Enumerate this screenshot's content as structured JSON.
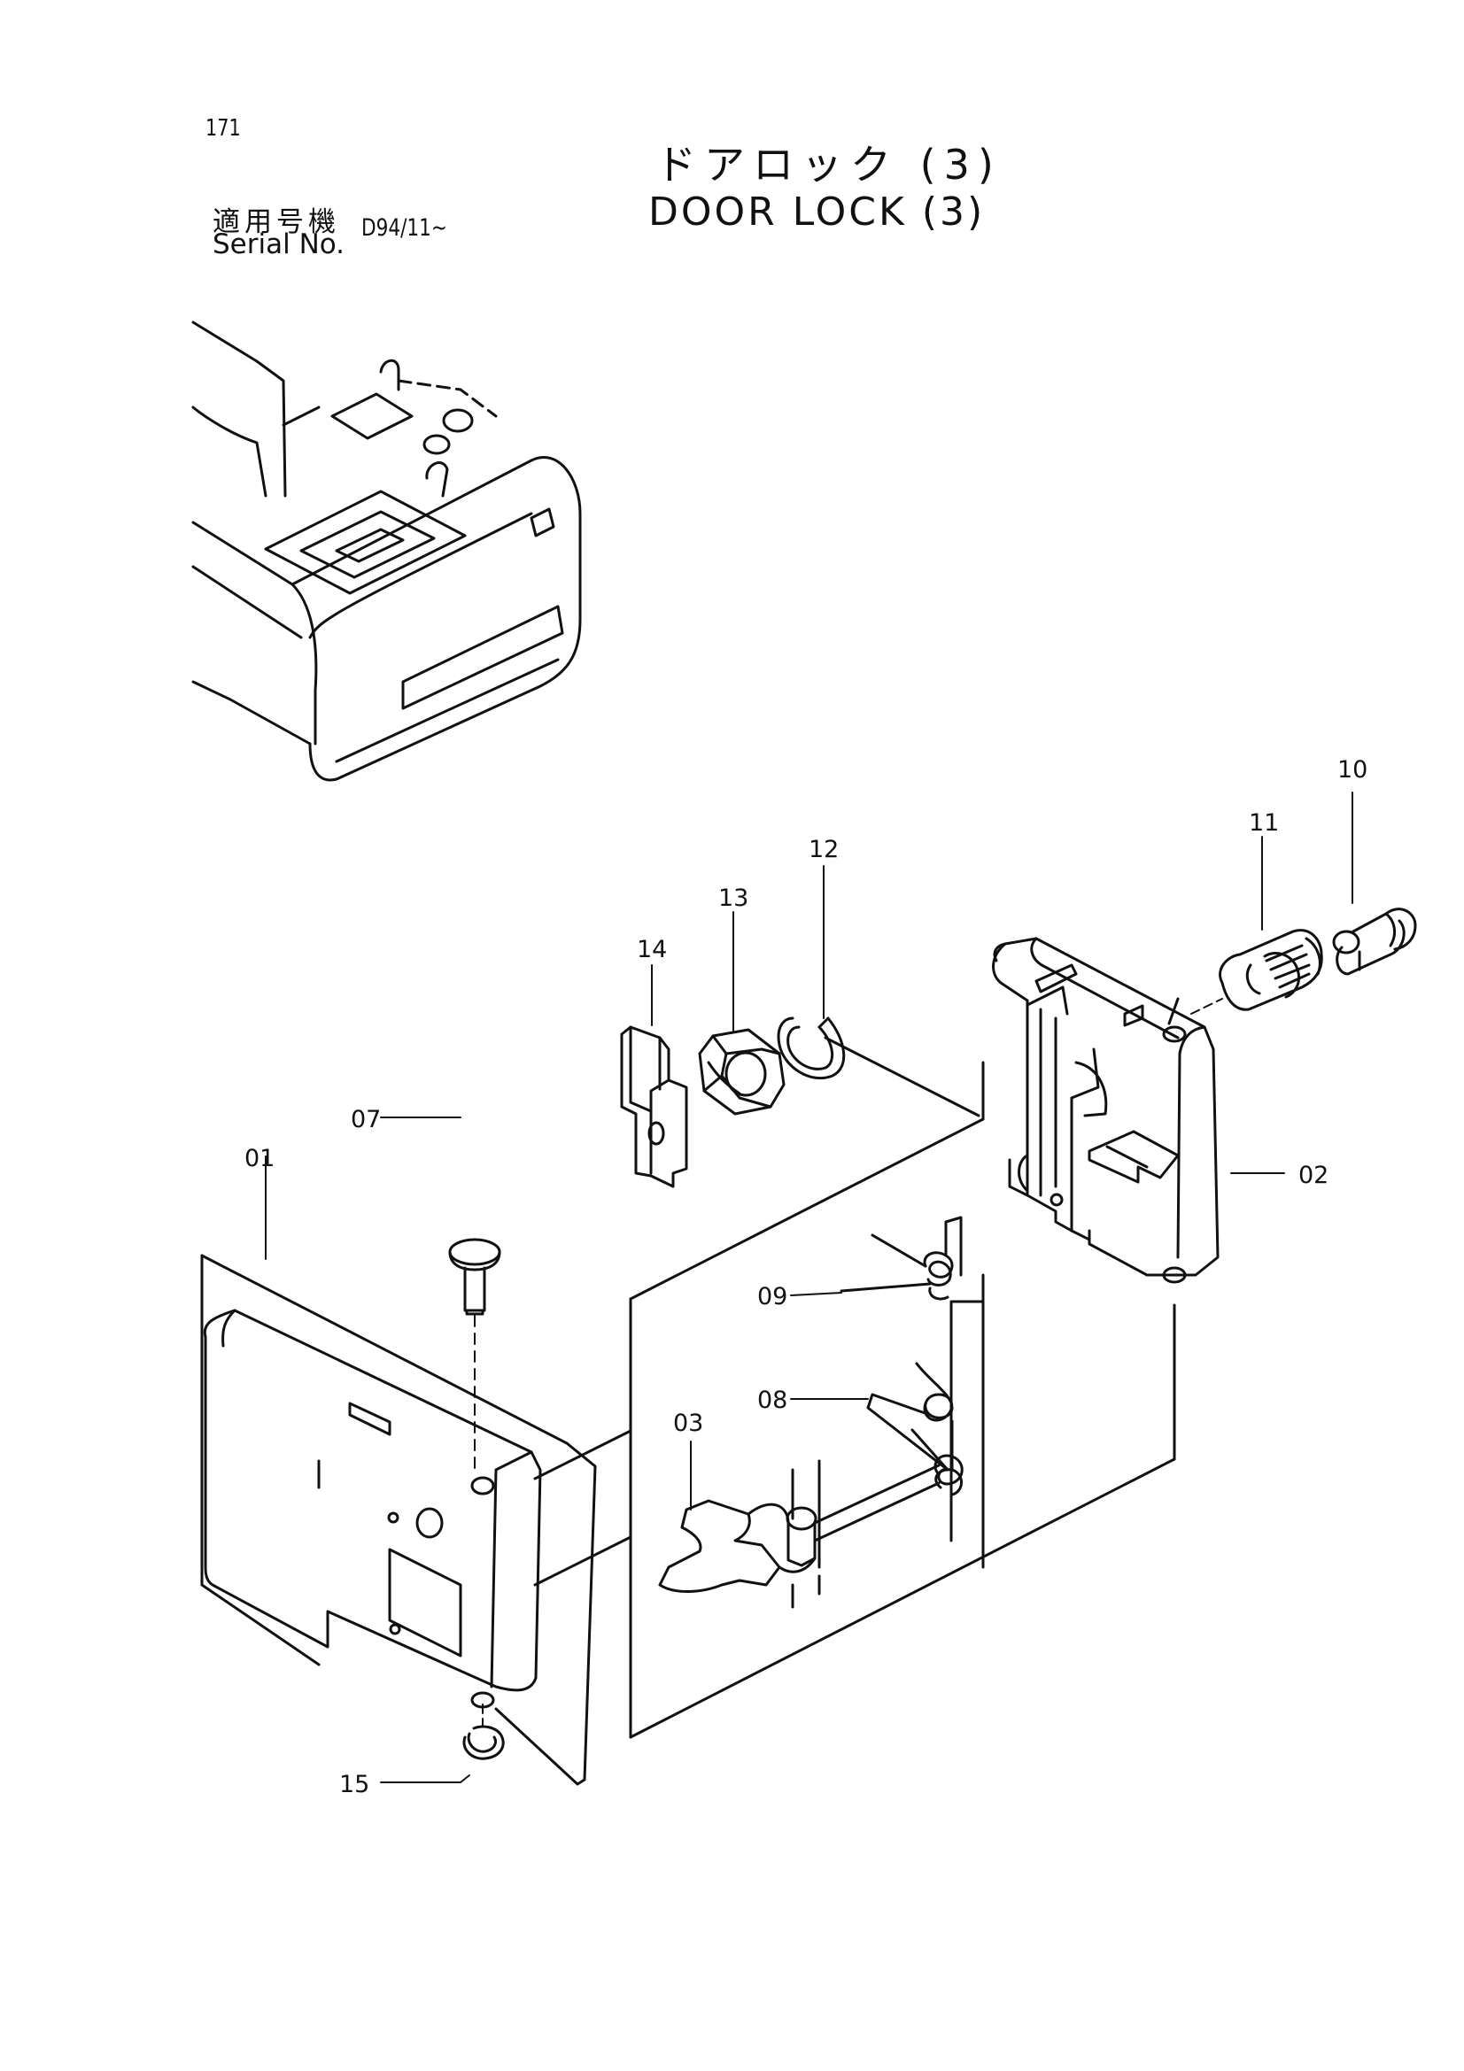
{
  "page": {
    "number": "171",
    "title_jp": "ドアロック (3)",
    "title_en": "DOOR LOCK (3)",
    "serial_label_jp": "適用号機",
    "serial_label_en": "Serial No.",
    "serial_value": "D94/11~"
  },
  "callouts": [
    "01",
    "02",
    "03",
    "07",
    "08",
    "09",
    "10",
    "11",
    "12",
    "13",
    "14",
    "15"
  ]
}
